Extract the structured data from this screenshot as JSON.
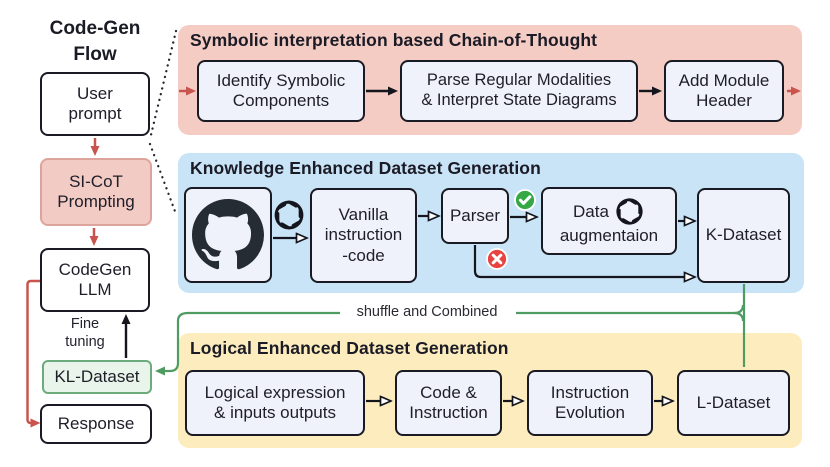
{
  "left_flow": {
    "title": "Code-Gen\nFlow",
    "user_prompt_label": "User\nprompt",
    "sicot_label": "SI-CoT\nPrompting",
    "codegen_label": "CodeGen\nLLM",
    "fine_tuning_label": "Fine\ntuning",
    "kl_dataset_label": "KL-Dataset",
    "response_label": "Response"
  },
  "symbolic_panel": {
    "title": "Symbolic interpretation based Chain-of-Thought",
    "steps": [
      "Identify Symbolic\nComponents",
      "Parse Regular Modalities\n& Interpret State Diagrams",
      "Add Module\nHeader"
    ]
  },
  "knowledge_panel": {
    "title": "Knowledge Enhanced Dataset Generation",
    "github_icon": "github-logo",
    "openai_icon": "openai-logo",
    "vanilla_label": "Vanilla\ninstruction\n-code",
    "parser_label": "Parser",
    "data_aug_line1": "Data",
    "data_aug_line2": "augmentaion",
    "k_dataset_label": "K-Dataset",
    "pass_icon": "green-check",
    "fail_icon": "red-cross"
  },
  "combine_label": "shuffle and Combined",
  "logical_panel": {
    "title": "Logical Enhanced Dataset Generation",
    "steps": [
      "Logical expression\n& inputs outputs",
      "Code &\nInstruction",
      "Instruction\nEvolution",
      "L-Dataset"
    ]
  },
  "colors": {
    "panel_pink": "#f5ccc4",
    "panel_blue": "#c9e4f7",
    "panel_yellow": "#fdedbe",
    "box_fill": "#eff2fa",
    "box_border": "#1a1a24",
    "accent_red": "#c9544e",
    "accent_green": "#4f9c63",
    "check_green": "#35a845",
    "cross_red": "#e8433e",
    "kl_fill": "#e9f5ea",
    "kl_border": "#6cab7c"
  }
}
